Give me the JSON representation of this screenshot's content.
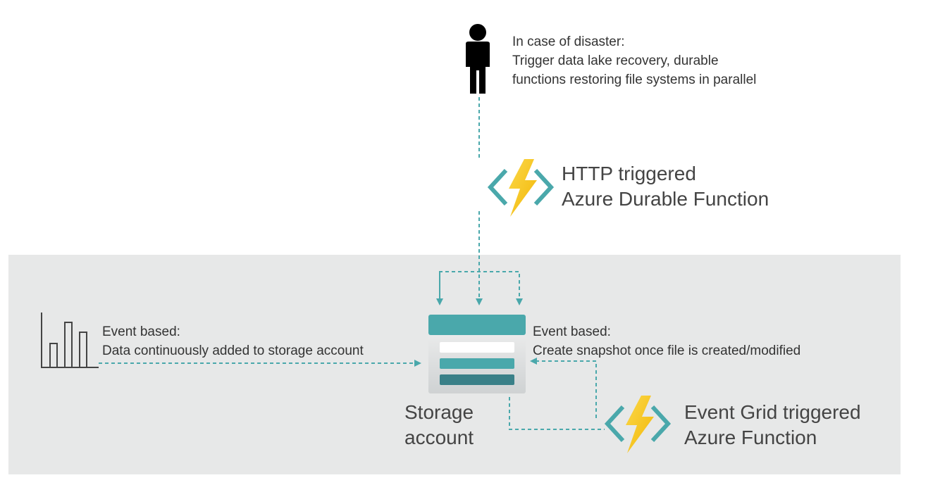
{
  "disaster_note": {
    "lines": [
      "In case of disaster:",
      "Trigger data lake recovery, durable",
      "functions restoring file systems in parallel"
    ]
  },
  "http_function": {
    "lines": [
      "HTTP triggered",
      "Azure Durable Function"
    ]
  },
  "event_left": {
    "lines": [
      "Event based:",
      "Data continuously added to storage account"
    ]
  },
  "event_right": {
    "lines": [
      "Event based:",
      "Create snapshot once file is created/modified"
    ]
  },
  "storage_account": {
    "lines": [
      "Storage",
      "account"
    ]
  },
  "eventgrid_function": {
    "lines": [
      "Event Grid triggered",
      "Azure Function"
    ]
  },
  "colors": {
    "teal": "#4aa8ab",
    "teal_dark": "#3a8c8f",
    "bolt": "#f7c81e",
    "panel": "#e7e8e8",
    "text": "#333333"
  },
  "icons": [
    "person-icon",
    "function-icon",
    "bar-chart-icon",
    "storage-account-icon"
  ]
}
